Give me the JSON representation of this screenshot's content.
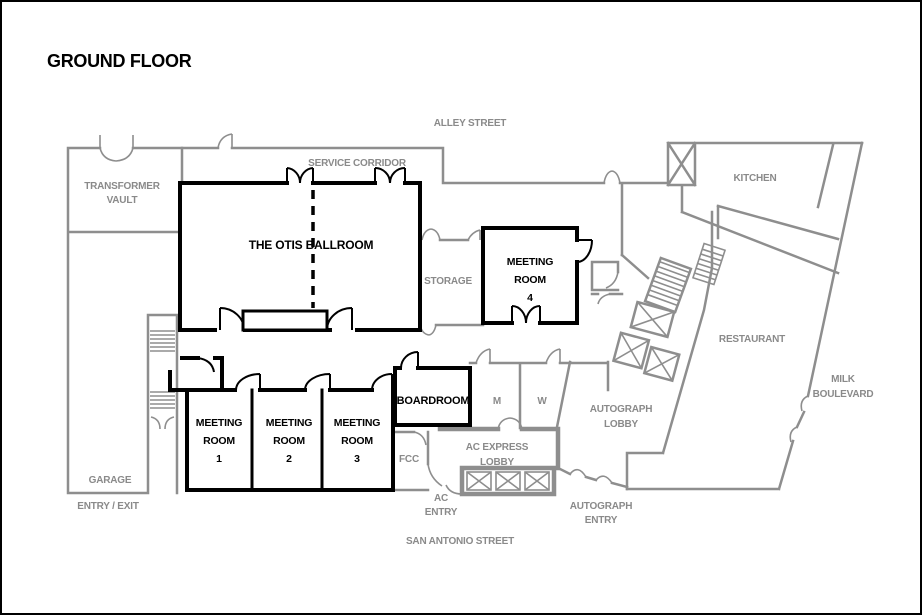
{
  "title": "GROUND FLOOR",
  "colors": {
    "background": "#ffffff",
    "wall_black": "#000000",
    "wall_gray": "#8e8e8e",
    "text_gray": "#8a8a8a",
    "text_black": "#000000"
  },
  "streets": {
    "alley": "ALLEY STREET",
    "san_antonio": "SAN ANTONIO STREET",
    "milk_boulevard": [
      "MILK",
      "BOULEVARD"
    ]
  },
  "labels": {
    "service_corridor": "SERVICE CORRIDOR",
    "transformer_vault": [
      "TRANSFORMER",
      "VAULT"
    ],
    "otis_ballroom": "THE OTIS BALLROOM",
    "storage": "STORAGE",
    "meeting_room_4": [
      "MEETING",
      "ROOM",
      "4"
    ],
    "kitchen": "KITCHEN",
    "restaurant": "RESTAURANT",
    "autograph_lobby": [
      "AUTOGRAPH",
      "LOBBY"
    ],
    "meeting_room_1": [
      "MEETING",
      "ROOM",
      "1"
    ],
    "meeting_room_2": [
      "MEETING",
      "ROOM",
      "2"
    ],
    "meeting_room_3": [
      "MEETING",
      "ROOM",
      "3"
    ],
    "boardroom": "BOARDROOM",
    "mens_room": "M",
    "womens_room": "W",
    "fcc": "FCC",
    "ac_express_lobby": [
      "AC EXPRESS",
      "LOBBY"
    ],
    "garage": "GARAGE",
    "garage_entry_exit": "ENTRY / EXIT",
    "ac_entry": [
      "AC",
      "ENTRY"
    ],
    "autograph_entry": [
      "AUTOGRAPH",
      "ENTRY"
    ]
  }
}
